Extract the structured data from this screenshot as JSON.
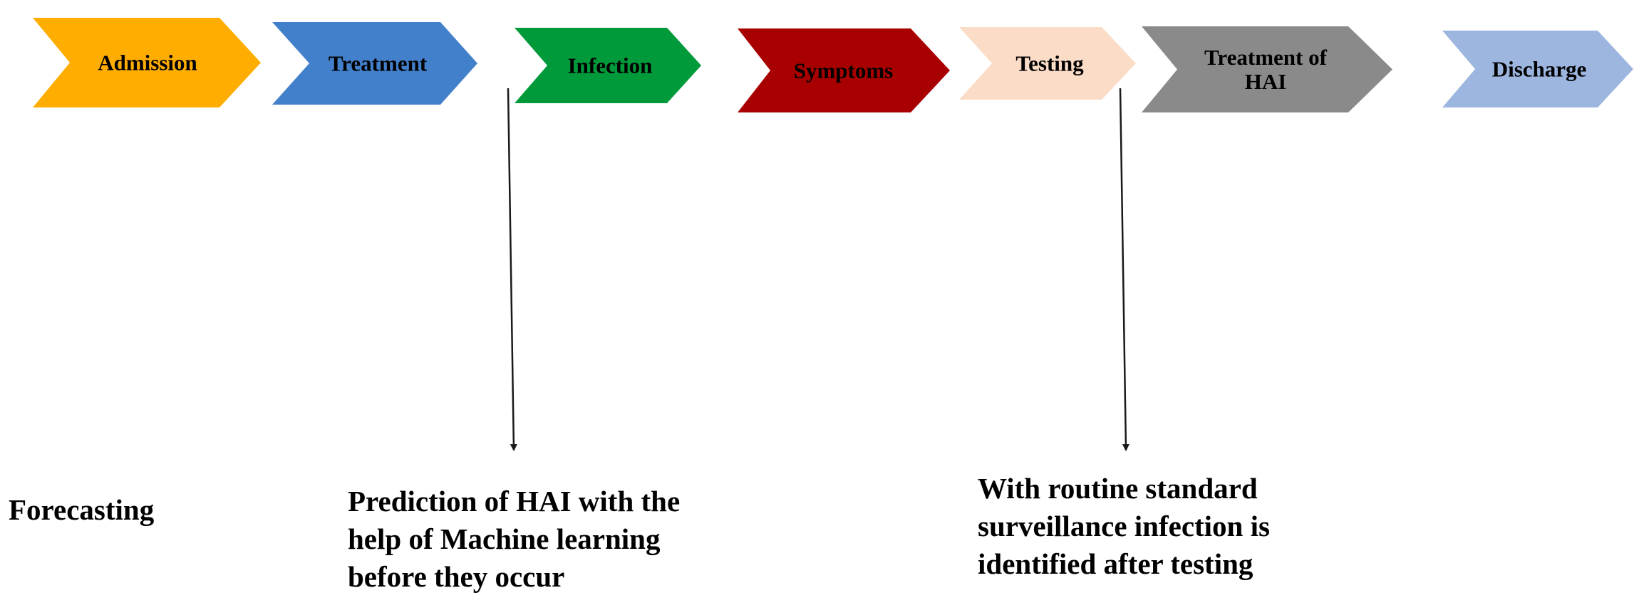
{
  "stages": [
    {
      "id": "admission",
      "lines": [
        "Admission"
      ],
      "color": "#FFAD00"
    },
    {
      "id": "treatment",
      "lines": [
        "Treatment"
      ],
      "color": "#4280CB"
    },
    {
      "id": "infection",
      "lines": [
        "Infection"
      ],
      "color": "#009A3A"
    },
    {
      "id": "symptoms",
      "lines": [
        "Symptoms"
      ],
      "color": "#A80000"
    },
    {
      "id": "testing",
      "lines": [
        "Testing"
      ],
      "color": "#FBDCC7"
    },
    {
      "id": "treatment-of-hai",
      "lines": [
        "Treatment of",
        "HAI"
      ],
      "color": "#8A8A8A"
    },
    {
      "id": "discharge",
      "lines": [
        "Discharge"
      ],
      "color": "#9DB6E0"
    }
  ],
  "notes": {
    "forecasting": {
      "lines": [
        "Forecasting"
      ]
    },
    "ml_prediction": {
      "lines": [
        "Prediction of HAI with the",
        "help of Machine learning",
        "before they occur"
      ]
    },
    "surveillance": {
      "lines": [
        "With routine standard",
        "surveillance infection is",
        "identified after testing"
      ]
    }
  },
  "connectors": [
    {
      "from": "infection",
      "to": "ml_prediction"
    },
    {
      "from": "testing",
      "to": "surveillance"
    }
  ],
  "colors": {
    "text": "#000000",
    "arrow": "#1a1a1a"
  }
}
